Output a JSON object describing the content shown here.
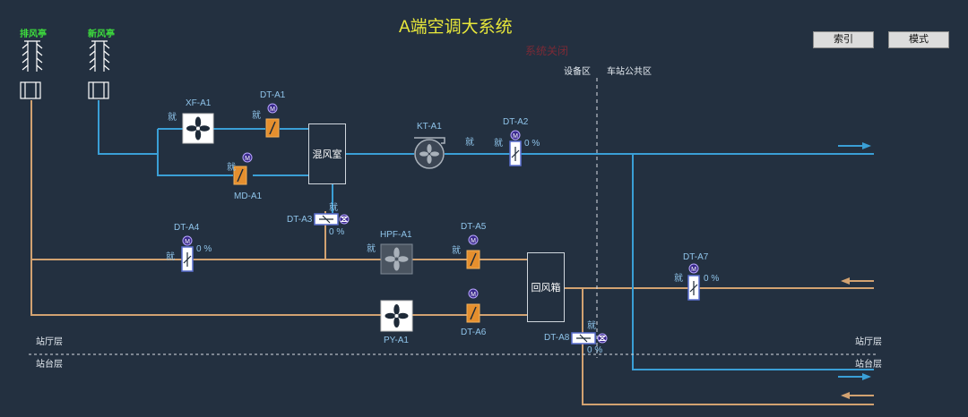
{
  "header": {
    "title": "A端空调大系统",
    "alarm_text": "系统关闭"
  },
  "toolbar": {
    "index_label": "索引",
    "mode_label": "模式"
  },
  "zones": {
    "equipment": "设备区",
    "public": "车站公共区"
  },
  "vents": {
    "exhaust": "排风亭",
    "fresh": "新风亭"
  },
  "rooms": {
    "mixing": "混风室",
    "return_box": "回风箱"
  },
  "floors": {
    "hall_left": "站厅层",
    "platform_left": "站台层",
    "hall_right": "站厅层",
    "platform_right": "站台层"
  },
  "equipment": {
    "xf_a1": {
      "name": "XF-A1",
      "status": "就"
    },
    "kt_a1": {
      "name": "KT-A1",
      "status": "就"
    },
    "hpf_a1": {
      "name": "HPF-A1",
      "status": "就"
    },
    "py_a1": {
      "name": "PY-A1"
    }
  },
  "dampers": {
    "dt_a1": {
      "name": "DT-A1",
      "status": "就"
    },
    "md_a1": {
      "name": "MD-A1",
      "status": "就"
    },
    "dt_a2": {
      "name": "DT-A2",
      "status": "就",
      "value": "0 %"
    },
    "dt_a3": {
      "name": "DT-A3",
      "status": "就",
      "value": "0 %"
    },
    "dt_a4": {
      "name": "DT-A4",
      "status": "就",
      "value": "0 %"
    },
    "dt_a5": {
      "name": "DT-A5",
      "status": "就"
    },
    "dt_a6": {
      "name": "DT-A6"
    },
    "dt_a7": {
      "name": "DT-A7",
      "status": "就",
      "value": "0 %"
    },
    "dt_a8": {
      "name": "DT-A8",
      "status": "就",
      "value": "0 %"
    }
  },
  "colors": {
    "background": "#233040",
    "supply_duct": "#3a9fd6",
    "return_duct": "#d2a271",
    "damper_orange": "#e58f2e",
    "motor_purple": "#3a2a8c",
    "title_yellow": "#e8e83a",
    "vent_green": "#3ddc3d"
  }
}
